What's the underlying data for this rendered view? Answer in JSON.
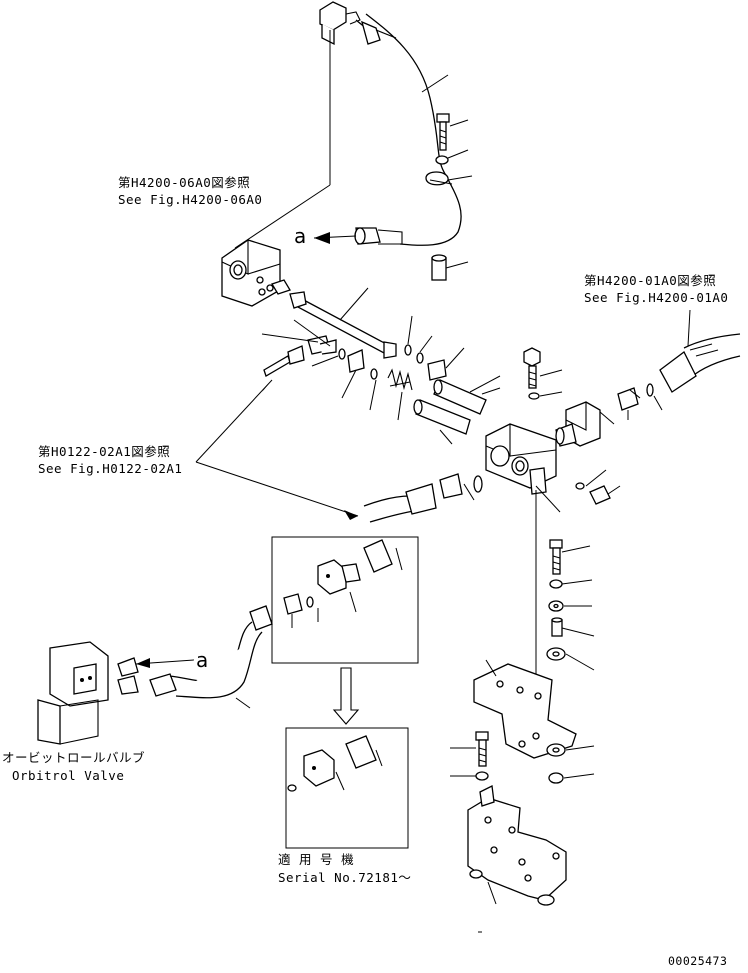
{
  "references": {
    "top_left": {
      "ja": "第H4200-06A0図参照",
      "en": "See Fig.H4200-06A0"
    },
    "top_right": {
      "ja": "第H4200-01A0図参照",
      "en": "See Fig.H4200-01A0"
    },
    "middle_left": {
      "ja": "第H0122-02A1図参照",
      "en": "See Fig.H0122-02A1"
    }
  },
  "orbitrol": {
    "ja": "オービットロールバルブ",
    "en": "Orbitrol Valve"
  },
  "serial": {
    "ja": "適 用 号 機",
    "en": "Serial No.72181～"
  },
  "marker_a": "a",
  "figure_code": "00025473"
}
